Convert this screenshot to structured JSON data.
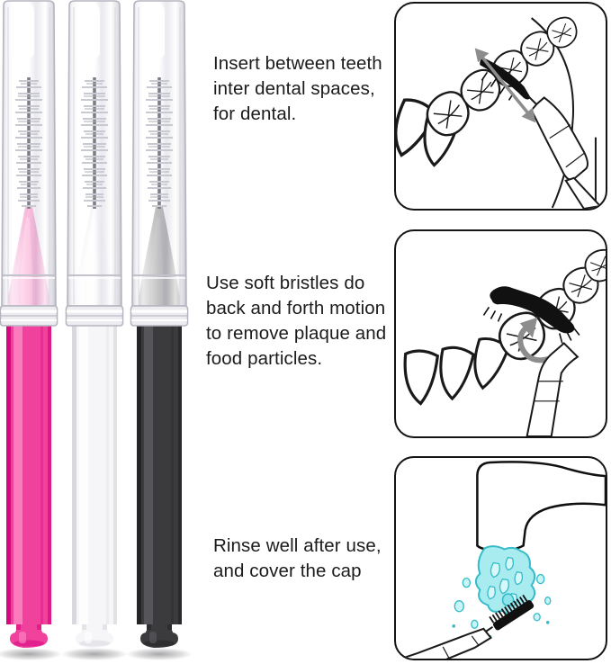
{
  "instructions": [
    {
      "step": 1,
      "text": "Insert between teeth inter dental spaces, for dental.",
      "lines": [
        "Insert between teeth",
        "inter dental spaces,",
        "for dental."
      ]
    },
    {
      "step": 2,
      "text": "Use soft bristles do back and forth motion to remove plaque and food particles.",
      "lines": [
        "Use soft bristles do",
        "back and forth motion",
        "to remove plaque and",
        "food particles."
      ]
    },
    {
      "step": 3,
      "text": "Rinse well after use, and cover the cap",
      "lines": [
        "Rinse well after use,",
        "and cover the cap"
      ]
    }
  ],
  "brushes": [
    {
      "name": "pink interdental brush with clear cap",
      "color": "#f0419d"
    },
    {
      "name": "white interdental brush with clear cap",
      "color": "#f6f6f8"
    },
    {
      "name": "black interdental brush with clear cap",
      "color": "#3b3b3e"
    }
  ],
  "panels": [
    {
      "icon": "teeth-insertion-illustration",
      "depicts": "brush inserted between molars with in-out arrow"
    },
    {
      "icon": "back-and-forth-motion-illustration",
      "depicts": "brush curving around tooth with rotation arrow"
    },
    {
      "icon": "rinse-under-faucet-illustration",
      "depicts": "brush rinsed under running water"
    }
  ],
  "colors": {
    "background": "#ffffff",
    "text": "#1b1b1b",
    "line_art": "#1a1a1a",
    "panel_border": "#141414",
    "arrow_gray": "#8d8d8d",
    "water_fill": "#a9ecf0",
    "water_stroke": "#35bcc8"
  }
}
